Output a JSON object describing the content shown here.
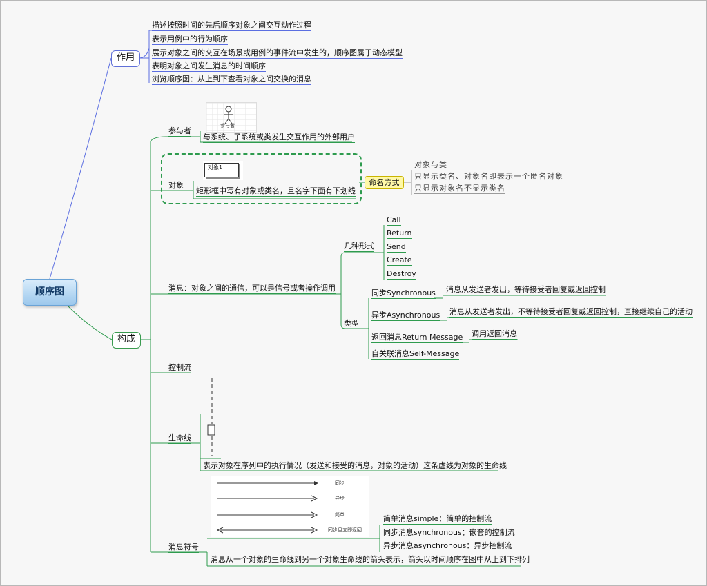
{
  "root": {
    "label": "顺序图"
  },
  "purpose": {
    "label": "作用",
    "items": [
      "描述按照时间的先后顺序对象之间交互动作过程",
      "表示用例中的行为顺序",
      "展示对象之间的交互在场景或用例的事件流中发生的，顺序图属于动态模型",
      "表明对象之间发生消息的时间顺序",
      "浏览顺序图：从上到下查看对象之间交换的消息"
    ]
  },
  "composition": {
    "label": "构成",
    "actor": {
      "label": "参与者",
      "desc": "与系统、子系统或类发生交互作用的外部用户",
      "icon_caption": "参与者"
    },
    "object": {
      "label": "对象",
      "desc": "矩形框中写有对象或类名，且名字下面有下划线",
      "icon_caption": "对象1",
      "naming": {
        "label": "命名方式",
        "items": [
          "对象与类",
          "只显示类名、对象名即表示一个匿名对象",
          "只显示对象名不显示类名"
        ]
      }
    },
    "message": {
      "label": "消息：对象之间的通信，可以是信号或者操作调用",
      "forms": {
        "label": "几种形式",
        "items": [
          "Call",
          "Return",
          "Send",
          "Create",
          "Destroy"
        ]
      },
      "types": {
        "label": "类型",
        "items": [
          {
            "name": "同步Synchronous",
            "desc": "消息从发送者发出，等待接受者回复或返回控制"
          },
          {
            "name": "异步Asynchronous",
            "desc": "消息从发送者发出，不等待接受者回复或返回控制，直接继续自己的活动"
          },
          {
            "name": "返回消息Return Message",
            "desc": "调用返回消息"
          },
          {
            "name": "自关联消息Self-Message",
            "desc": ""
          }
        ]
      }
    },
    "control_flow": {
      "label": "控制流"
    },
    "lifeline": {
      "label": "生命线",
      "desc": "表示对象在序列中的执行情况（发送和接受的消息，对象的活动）这条虚线为对象的生命线"
    },
    "message_symbol": {
      "label": "消息符号",
      "legend": [
        "同步",
        "异步",
        "简单",
        "同步且立即返回"
      ],
      "items": [
        "简单消息simple：简单的控制流",
        "同步消息synchronous；嵌套的控制流",
        "异步消息asynchronous：异步控制流"
      ],
      "desc": "消息从一个对象的生命线到另一个对象生命线的箭头表示，箭头以时间顺序在图中从上到下排列"
    }
  },
  "colors": {
    "purpose_branch": "#5b6ee1",
    "composition_branch": "#2e9b4e",
    "naming_note": "#fff9a8"
  }
}
